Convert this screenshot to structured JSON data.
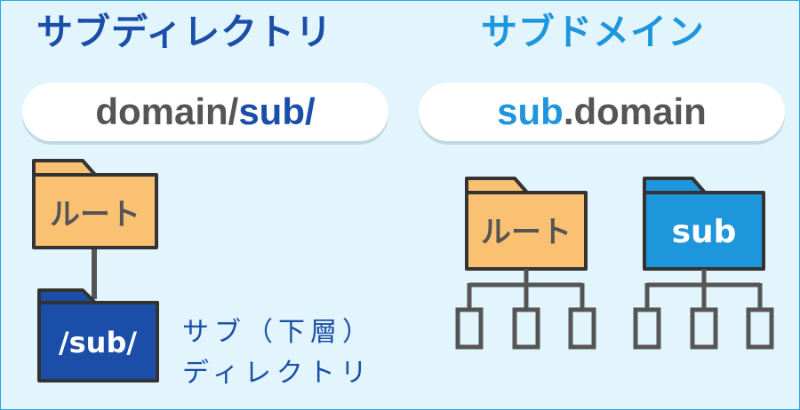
{
  "subdirectory": {
    "title": "サブディレクトリ",
    "url_part1": "domain/",
    "url_part2": "sub/",
    "root_folder_label": "ルート",
    "sub_folder_label": "/sub/",
    "note_line1": "サブ（下層）",
    "note_line2": "ディレクトリ"
  },
  "subdomain": {
    "title": "サブドメイン",
    "url_part1": "sub",
    "url_part2": ".domain",
    "root_folder_label": "ルート",
    "sub_folder_label": "sub"
  },
  "colors": {
    "dark_blue": "#1a4ea8",
    "light_blue": "#1e96dc",
    "folder_orange": "#fbc173",
    "text_gray": "#555555",
    "background": "#e3f5fc"
  }
}
